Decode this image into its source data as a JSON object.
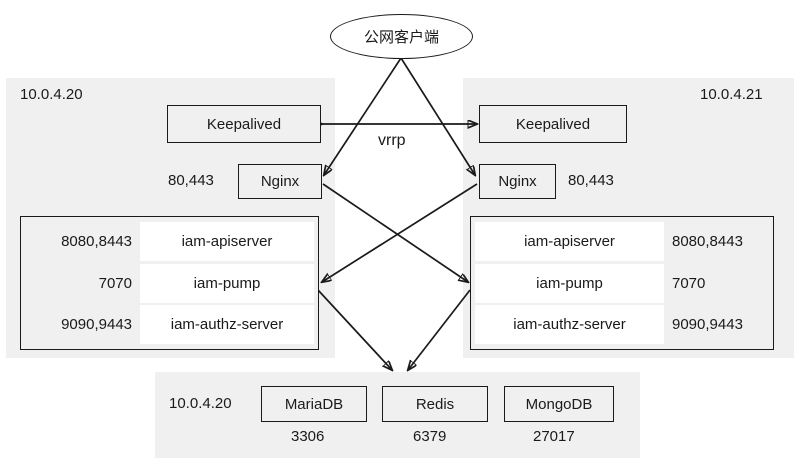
{
  "diagram": {
    "title_node": {
      "label": "公网客户端",
      "name": "public-client"
    },
    "vrrp_label": "vrrp",
    "left_host": {
      "ip": "10.0.4.20",
      "keepalived": "Keepalived",
      "nginx": "Nginx",
      "nginx_ports": "80,443",
      "services": [
        {
          "ports": "8080,8443",
          "name": "iam-apiserver"
        },
        {
          "ports": "7070",
          "name": "iam-pump"
        },
        {
          "ports": "9090,9443",
          "name": "iam-authz-server"
        }
      ]
    },
    "right_host": {
      "ip": "10.0.4.21",
      "keepalived": "Keepalived",
      "nginx": "Nginx",
      "nginx_ports": "80,443",
      "services": [
        {
          "ports": "8080,8443",
          "name": "iam-apiserver"
        },
        {
          "ports": "7070",
          "name": "iam-pump"
        },
        {
          "ports": "9090,9443",
          "name": "iam-authz-server"
        }
      ]
    },
    "data_host": {
      "ip": "10.0.4.20",
      "stores": [
        {
          "name": "MariaDB",
          "port": "3306"
        },
        {
          "name": "Redis",
          "port": "6379"
        },
        {
          "name": "MongoDB",
          "port": "27017"
        }
      ]
    },
    "colors": {
      "panel_bg": "#f0f0f0",
      "cell_bg": "#ffffff",
      "stroke": "#1a1a1a",
      "page_bg": "#ffffff"
    }
  }
}
